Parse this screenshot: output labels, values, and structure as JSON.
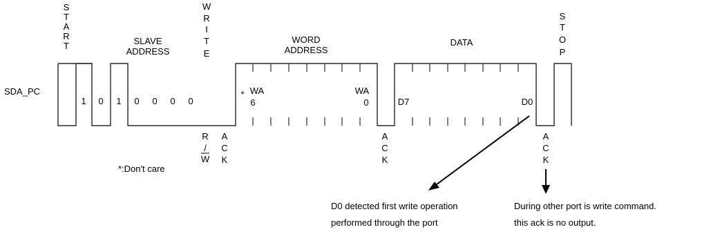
{
  "signal_label": "SDA_PC",
  "labels": {
    "start": "START",
    "write": "WRITE",
    "stop": "STOP",
    "slave_address_line1": "SLAVE",
    "slave_address_line2": "ADDRESS",
    "word_address_line1": "WORD",
    "word_address_line2": "ADDRESS",
    "data": "DATA",
    "rw_r": "R",
    "rw_slash": "/",
    "rw_w": "W",
    "ack": "ACK"
  },
  "slave_bits": [
    "1",
    "0",
    "1",
    "0",
    "0",
    "0",
    "0"
  ],
  "word_address": {
    "dont_care_mark": "*",
    "msb_line1": "WA",
    "msb_line2": "6",
    "lsb_line1": "WA",
    "lsb_line2": "0"
  },
  "data_bits": {
    "msb": "D7",
    "lsb": "D0"
  },
  "dont_care_note": "*:Don't care",
  "annotations": {
    "d0_line1": "D0 detected first write operation",
    "d0_line2": "performed through the port",
    "ack_line1": "During other port is write command.",
    "ack_line2": "this ack is no output."
  }
}
